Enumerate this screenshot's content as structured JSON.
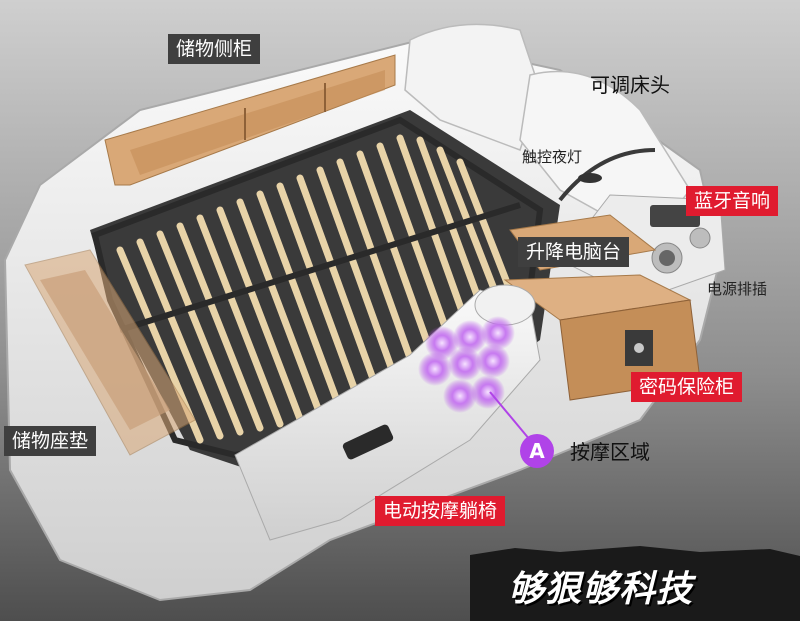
{
  "labels": {
    "storage_side_cabinet": "储物侧柜",
    "adjustable_headboard": "可调床头",
    "touch_night_light": "触控夜灯",
    "bluetooth_speaker": "蓝牙音响",
    "lifting_computer_desk": "升降电脑台",
    "power_strip": "电源排插",
    "password_safe": "密码保险柜",
    "storage_cushion": "储物座垫",
    "massage_area": "按摩区域",
    "electric_massage_recliner": "电动按摩躺椅"
  },
  "marker": {
    "letter": "A"
  },
  "brand": "够狠够科技",
  "colors": {
    "label_grey": "#3f3f3f",
    "label_red": "#e01b2f",
    "massage_purple": "#b043e8",
    "wood": "#d9a877",
    "slat": "#e8d3a8",
    "frame": "#2a2a2a"
  }
}
